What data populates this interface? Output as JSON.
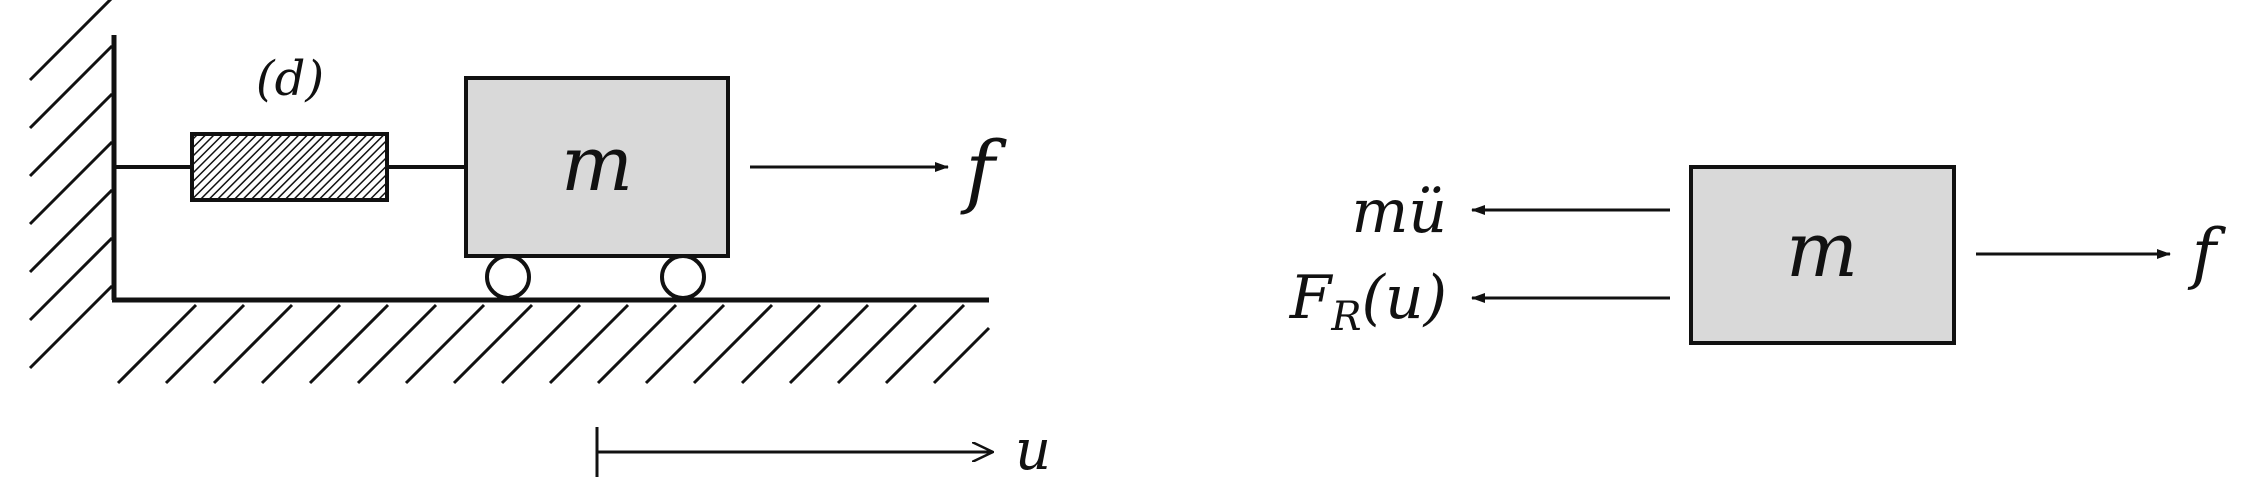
{
  "left_diagram": {
    "damper_label": "(d)",
    "mass_label": "m",
    "force_label": "f",
    "displacement_label": "u"
  },
  "right_diagram": {
    "mass_label": "m",
    "force_label": "f",
    "inertia_label": "mü",
    "resistance_label_main": "F",
    "resistance_label_sub": "R",
    "resistance_label_arg": "(u)"
  },
  "colors": {
    "line": "#111111",
    "mass_fill": "#d9d9d9",
    "damper_hatch": "#111111"
  }
}
